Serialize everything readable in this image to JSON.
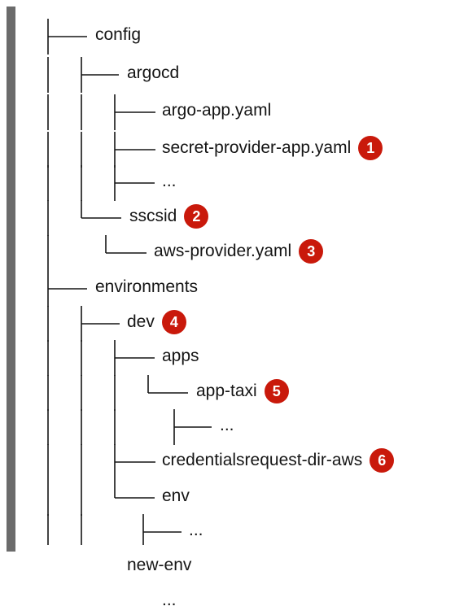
{
  "tree": {
    "items": [
      {
        "label": "config"
      },
      {
        "label": "argocd"
      },
      {
        "label": "argo-app.yaml"
      },
      {
        "label": "secret-provider-app.yaml",
        "callout": "1"
      },
      {
        "label": "..."
      },
      {
        "label": "sscsid",
        "callout": "2"
      },
      {
        "label": "aws-provider.yaml",
        "callout": "3"
      },
      {
        "label": "environments"
      },
      {
        "label": "dev",
        "callout": "4"
      },
      {
        "label": "apps"
      },
      {
        "label": "app-taxi",
        "callout": "5"
      },
      {
        "label": "..."
      },
      {
        "label": "credentialsrequest-dir-aws",
        "callout": "6"
      },
      {
        "label": "env"
      },
      {
        "label": "..."
      },
      {
        "label": "new-env"
      },
      {
        "label": "..."
      }
    ]
  },
  "colors": {
    "callout_bg": "#c9190b",
    "bar": "#6b6b6b",
    "text": "#151515"
  }
}
